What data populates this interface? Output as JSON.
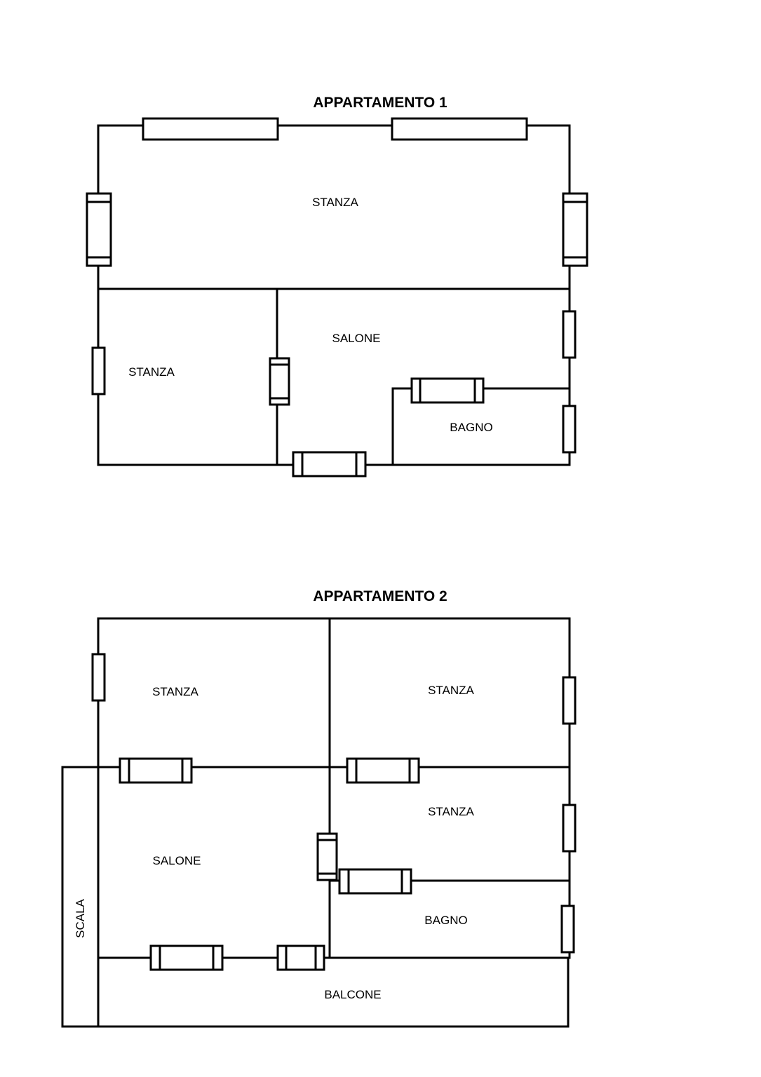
{
  "apartment1": {
    "title": "APPARTAMENTO 1",
    "rooms": {
      "top_room": "STANZA",
      "left_room": "STANZA",
      "living": "SALONE",
      "bath": "BAGNO"
    }
  },
  "apartment2": {
    "title": "APPARTAMENTO 2",
    "rooms": {
      "top_left_room": "STANZA",
      "top_right_room": "STANZA",
      "mid_right_room": "STANZA",
      "living": "SALONE",
      "bath": "BAGNO",
      "balcony": "BALCONE",
      "stairs": "SCALA"
    }
  }
}
